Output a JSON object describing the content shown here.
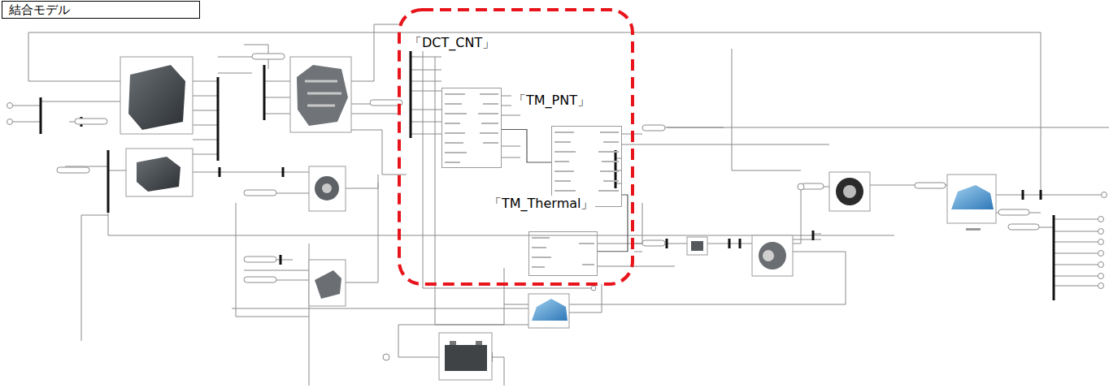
{
  "diagram": {
    "nodes": [
      {
        "text": [
          "結合モデル"
        ]
      },
      {
        "text": [
          "「DCT_CNT」"
        ]
      },
      {
        "text": [
          "「TM_PNT」"
        ]
      },
      {
        "text": [
          "「TM_Thermal」"
        ]
      }
    ],
    "edges": [
      {
        "from": 1,
        "to": 2,
        "arrow": "none"
      },
      {
        "from": 2,
        "to": 3,
        "arrow": "none"
      }
    ]
  }
}
